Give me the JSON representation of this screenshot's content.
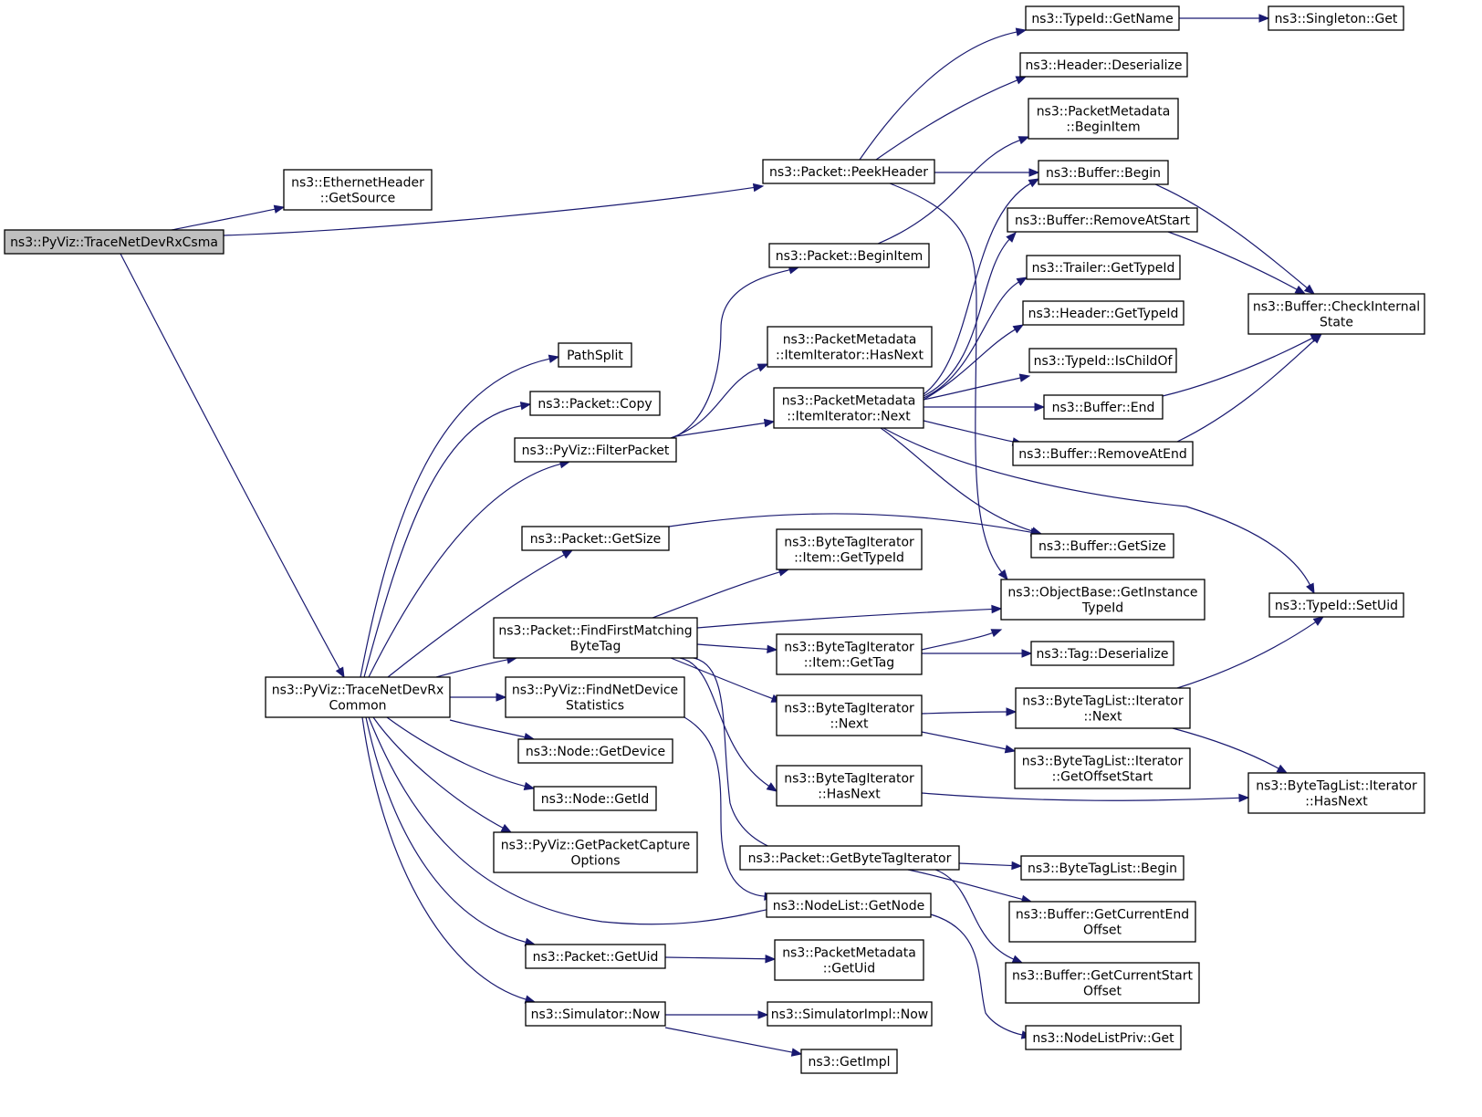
{
  "graph": {
    "colors": {
      "edge": "#191970",
      "node_border": "#000000",
      "node_border_truncated": "#ff0000",
      "root_fill": "#bfbfbf",
      "node_fill": "#ffffff"
    },
    "nodes": [
      {
        "id": "root",
        "lines": [
          "ns3::PyViz::TraceNetDevRxCsma"
        ],
        "style": "root"
      },
      {
        "id": "ethsrc",
        "lines": [
          "ns3::EthernetHeader",
          "::GetSource"
        ]
      },
      {
        "id": "peekhdr",
        "lines": [
          "ns3::Packet::PeekHeader"
        ]
      },
      {
        "id": "getname",
        "lines": [
          "ns3::TypeId::GetName"
        ]
      },
      {
        "id": "singleton",
        "lines": [
          "ns3::Singleton::Get"
        ]
      },
      {
        "id": "hdrdeser",
        "lines": [
          "ns3::Header::Deserialize"
        ]
      },
      {
        "id": "pmbegin",
        "lines": [
          "ns3::PacketMetadata",
          "::BeginItem"
        ]
      },
      {
        "id": "bufbegin",
        "lines": [
          "ns3::Buffer::Begin"
        ]
      },
      {
        "id": "bufremstart",
        "lines": [
          "ns3::Buffer::RemoveAtStart"
        ],
        "style": "truncated"
      },
      {
        "id": "pktbegin",
        "lines": [
          "ns3::Packet::BeginItem"
        ]
      },
      {
        "id": "trailertid",
        "lines": [
          "ns3::Trailer::GetTypeId"
        ],
        "style": "truncated"
      },
      {
        "id": "checkint",
        "lines": [
          "ns3::Buffer::CheckInternal",
          "State"
        ]
      },
      {
        "id": "headertid",
        "lines": [
          "ns3::Header::GetTypeId"
        ],
        "style": "truncated"
      },
      {
        "id": "hasnext_pm",
        "lines": [
          "ns3::PacketMetadata",
          "::ItemIterator::HasNext"
        ]
      },
      {
        "id": "pathsplit",
        "lines": [
          "PathSplit"
        ]
      },
      {
        "id": "ischild",
        "lines": [
          "ns3::TypeId::IsChildOf"
        ],
        "style": "truncated"
      },
      {
        "id": "pktcopy",
        "lines": [
          "ns3::Packet::Copy"
        ]
      },
      {
        "id": "next_pm",
        "lines": [
          "ns3::PacketMetadata",
          "::ItemIterator::Next"
        ]
      },
      {
        "id": "bufend",
        "lines": [
          "ns3::Buffer::End"
        ]
      },
      {
        "id": "filter",
        "lines": [
          "ns3::PyViz::FilterPacket"
        ]
      },
      {
        "id": "bufremend",
        "lines": [
          "ns3::Buffer::RemoveAtEnd"
        ]
      },
      {
        "id": "pktgetsize",
        "lines": [
          "ns3::Packet::GetSize"
        ]
      },
      {
        "id": "bufgetsize",
        "lines": [
          "ns3::Buffer::GetSize"
        ]
      },
      {
        "id": "btitem_tid",
        "lines": [
          "ns3::ByteTagIterator",
          "::Item::GetTypeId"
        ]
      },
      {
        "id": "objbase",
        "lines": [
          "ns3::ObjectBase::GetInstance",
          "TypeId"
        ]
      },
      {
        "id": "setuid",
        "lines": [
          "ns3::TypeId::SetUid"
        ]
      },
      {
        "id": "findfirst",
        "lines": [
          "ns3::Packet::FindFirstMatching",
          "ByteTag"
        ]
      },
      {
        "id": "btitem_gettag",
        "lines": [
          "ns3::ByteTagIterator",
          "::Item::GetTag"
        ]
      },
      {
        "id": "tagdeser",
        "lines": [
          "ns3::Tag::Deserialize"
        ]
      },
      {
        "id": "common",
        "lines": [
          "ns3::PyViz::TraceNetDevRx",
          "Common"
        ]
      },
      {
        "id": "findnetdev",
        "lines": [
          "ns3::PyViz::FindNetDevice",
          "Statistics"
        ]
      },
      {
        "id": "btnext",
        "lines": [
          "ns3::ByteTagIterator",
          "::Next"
        ]
      },
      {
        "id": "btlnext",
        "lines": [
          "ns3::ByteTagList::Iterator",
          "::Next"
        ],
        "style": "truncated"
      },
      {
        "id": "nodegetdev",
        "lines": [
          "ns3::Node::GetDevice"
        ]
      },
      {
        "id": "btloffstart",
        "lines": [
          "ns3::ByteTagList::Iterator",
          "::GetOffsetStart"
        ]
      },
      {
        "id": "nodegetid",
        "lines": [
          "ns3::Node::GetId"
        ]
      },
      {
        "id": "bthasnext",
        "lines": [
          "ns3::ByteTagIterator",
          "::HasNext"
        ]
      },
      {
        "id": "btlhasnext",
        "lines": [
          "ns3::ByteTagList::Iterator",
          "::HasNext"
        ]
      },
      {
        "id": "capopts",
        "lines": [
          "ns3::PyViz::GetPacketCapture",
          "Options"
        ]
      },
      {
        "id": "getbti",
        "lines": [
          "ns3::Packet::GetByteTagIterator"
        ]
      },
      {
        "id": "btlbegin",
        "lines": [
          "ns3::ByteTagList::Begin"
        ]
      },
      {
        "id": "nodelistget",
        "lines": [
          "ns3::NodeList::GetNode"
        ]
      },
      {
        "id": "bufcurend",
        "lines": [
          "ns3::Buffer::GetCurrentEnd",
          "Offset"
        ]
      },
      {
        "id": "pktgetuid",
        "lines": [
          "ns3::Packet::GetUid"
        ]
      },
      {
        "id": "pmgetuid",
        "lines": [
          "ns3::PacketMetadata",
          "::GetUid"
        ]
      },
      {
        "id": "bufcurstart",
        "lines": [
          "ns3::Buffer::GetCurrentStart",
          "Offset"
        ]
      },
      {
        "id": "simnow",
        "lines": [
          "ns3::Simulator::Now"
        ]
      },
      {
        "id": "simimplnow",
        "lines": [
          "ns3::SimulatorImpl::Now"
        ]
      },
      {
        "id": "nlprivget",
        "lines": [
          "ns3::NodeListPriv::Get"
        ],
        "style": "truncated"
      },
      {
        "id": "getimpl",
        "lines": [
          "ns3::GetImpl"
        ],
        "style": "truncated"
      }
    ],
    "edges": [
      {
        "from": "root",
        "to": "ethsrc"
      },
      {
        "from": "root",
        "to": "peekhdr"
      },
      {
        "from": "root",
        "to": "common"
      },
      {
        "from": "peekhdr",
        "to": "getname"
      },
      {
        "from": "peekhdr",
        "to": "hdrdeser"
      },
      {
        "from": "peekhdr",
        "to": "bufbegin"
      },
      {
        "from": "peekhdr",
        "to": "objbase"
      },
      {
        "from": "getname",
        "to": "singleton"
      },
      {
        "from": "pktbegin",
        "to": "pmbegin"
      },
      {
        "from": "bufbegin",
        "to": "checkint"
      },
      {
        "from": "bufremstart",
        "to": "checkint"
      },
      {
        "from": "bufend",
        "to": "checkint"
      },
      {
        "from": "bufremend",
        "to": "checkint"
      },
      {
        "from": "next_pm",
        "to": "bufbegin"
      },
      {
        "from": "next_pm",
        "to": "bufremstart"
      },
      {
        "from": "next_pm",
        "to": "trailertid"
      },
      {
        "from": "next_pm",
        "to": "headertid"
      },
      {
        "from": "next_pm",
        "to": "ischild"
      },
      {
        "from": "next_pm",
        "to": "bufend"
      },
      {
        "from": "next_pm",
        "to": "bufremend"
      },
      {
        "from": "next_pm",
        "to": "bufgetsize"
      },
      {
        "from": "next_pm",
        "to": "setuid"
      },
      {
        "from": "filter",
        "to": "pktbegin"
      },
      {
        "from": "filter",
        "to": "hasnext_pm"
      },
      {
        "from": "filter",
        "to": "next_pm"
      },
      {
        "from": "pktgetsize",
        "to": "bufgetsize"
      },
      {
        "from": "findfirst",
        "to": "btitem_tid"
      },
      {
        "from": "findfirst",
        "to": "objbase"
      },
      {
        "from": "findfirst",
        "to": "btitem_gettag"
      },
      {
        "from": "findfirst",
        "to": "btnext"
      },
      {
        "from": "findfirst",
        "to": "bthasnext"
      },
      {
        "from": "findfirst",
        "to": "getbti"
      },
      {
        "from": "btitem_gettag",
        "to": "objbase"
      },
      {
        "from": "btitem_gettag",
        "to": "tagdeser"
      },
      {
        "from": "btnext",
        "to": "btlnext"
      },
      {
        "from": "btnext",
        "to": "btloffstart"
      },
      {
        "from": "btlnext",
        "to": "setuid"
      },
      {
        "from": "btlnext",
        "to": "btlhasnext"
      },
      {
        "from": "bthasnext",
        "to": "btlhasnext"
      },
      {
        "from": "getbti",
        "to": "btlbegin"
      },
      {
        "from": "getbti",
        "to": "bufcurend"
      },
      {
        "from": "getbti",
        "to": "bufcurstart"
      },
      {
        "from": "findnetdev",
        "to": "nodelistget"
      },
      {
        "from": "nodelistget",
        "to": "nlprivget"
      },
      {
        "from": "pktgetuid",
        "to": "pmgetuid"
      },
      {
        "from": "simnow",
        "to": "simimplnow"
      },
      {
        "from": "simnow",
        "to": "getimpl"
      },
      {
        "from": "common",
        "to": "pathsplit"
      },
      {
        "from": "common",
        "to": "pktcopy"
      },
      {
        "from": "common",
        "to": "filter"
      },
      {
        "from": "common",
        "to": "pktgetsize"
      },
      {
        "from": "common",
        "to": "findfirst"
      },
      {
        "from": "common",
        "to": "findnetdev"
      },
      {
        "from": "common",
        "to": "nodegetdev"
      },
      {
        "from": "common",
        "to": "nodegetid"
      },
      {
        "from": "common",
        "to": "capopts"
      },
      {
        "from": "common",
        "to": "nodelistget"
      },
      {
        "from": "common",
        "to": "pktgetuid"
      },
      {
        "from": "common",
        "to": "simnow"
      }
    ]
  }
}
